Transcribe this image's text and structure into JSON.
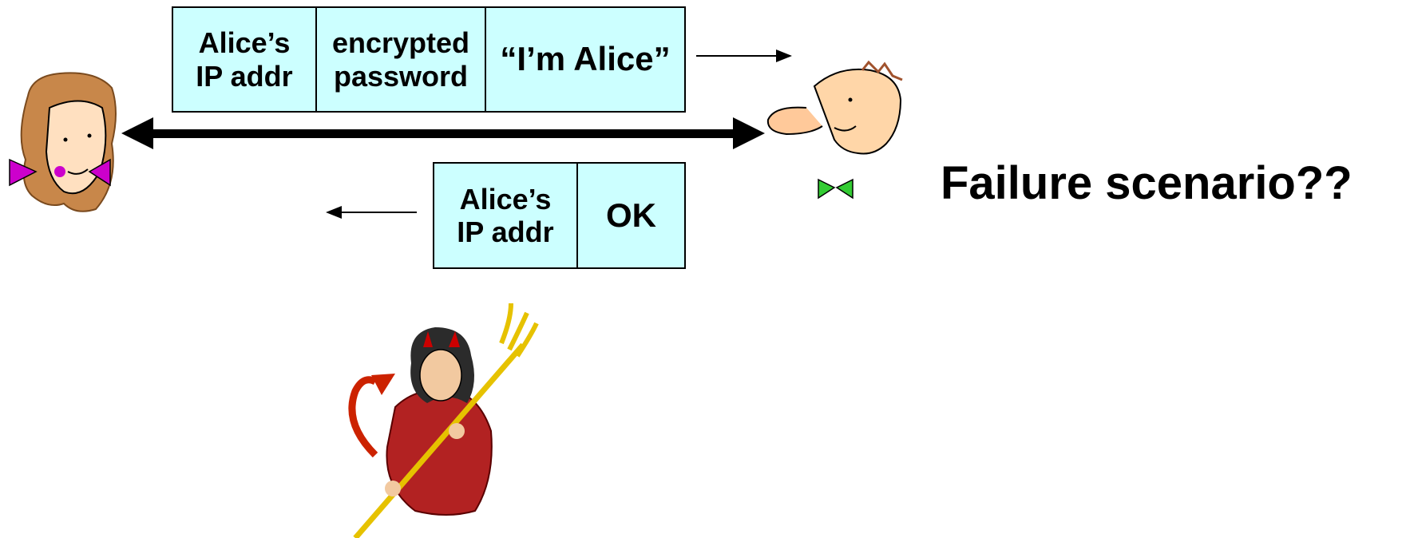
{
  "packet_top": {
    "cells": [
      "Alice’s\nIP addr",
      "encrypted\npassword",
      "“I’m Alice”"
    ]
  },
  "packet_bottom": {
    "cells": [
      "Alice’s\nIP addr",
      "OK"
    ]
  },
  "caption": "Failure scenario??",
  "characters": {
    "left": "alice-icon",
    "right": "bob-icon",
    "bottom": "trudy-icon"
  },
  "colors": {
    "packet_fill": "#ccffff",
    "alice_bow": "#cc00cc",
    "bob_bowtie": "#33cc33",
    "trudy_dress": "#b22222",
    "trident": "#e6c200"
  }
}
